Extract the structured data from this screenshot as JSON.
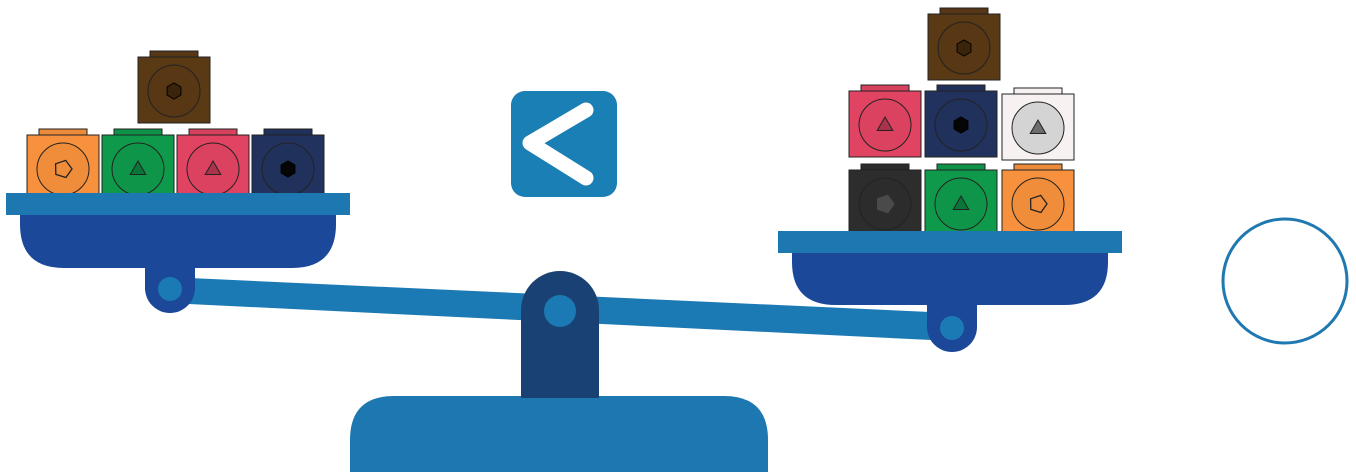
{
  "scene": {
    "comparison_symbol": "<",
    "comparison_symbol_icon": "less-than-icon",
    "answer_circle_icon": "empty-answer-circle"
  },
  "colors": {
    "beam": "#1b7ab3",
    "pan": "#1b4899",
    "platform": "#1d78b1",
    "pivot": "#1a4173",
    "symbol_box": "#1a7fb4",
    "answer_circle_stroke": "#1f79b0"
  },
  "left_pan": {
    "cube_count": 5,
    "cubes": [
      {
        "color": "#f7913d",
        "symbol": "pentagon"
      },
      {
        "color": "#0f9a4b",
        "symbol": "triangle"
      },
      {
        "color": "#e14462",
        "symbol": "triangle"
      },
      {
        "color": "#21325e",
        "symbol": "hexagon"
      },
      {
        "color": "#5a3915",
        "symbol": "hexagon"
      }
    ]
  },
  "right_pan": {
    "cube_count": 7,
    "cubes": [
      {
        "color": "#2d2d2d",
        "symbol": "pentagon"
      },
      {
        "color": "#0f9a4b",
        "symbol": "triangle"
      },
      {
        "color": "#f7913d",
        "symbol": "pentagon"
      },
      {
        "color": "#e14462",
        "symbol": "triangle"
      },
      {
        "color": "#21325e",
        "symbol": "hexagon"
      },
      {
        "color": "#f7f1f1",
        "symbol": "triangle"
      },
      {
        "color": "#5a3915",
        "symbol": "hexagon"
      }
    ]
  }
}
